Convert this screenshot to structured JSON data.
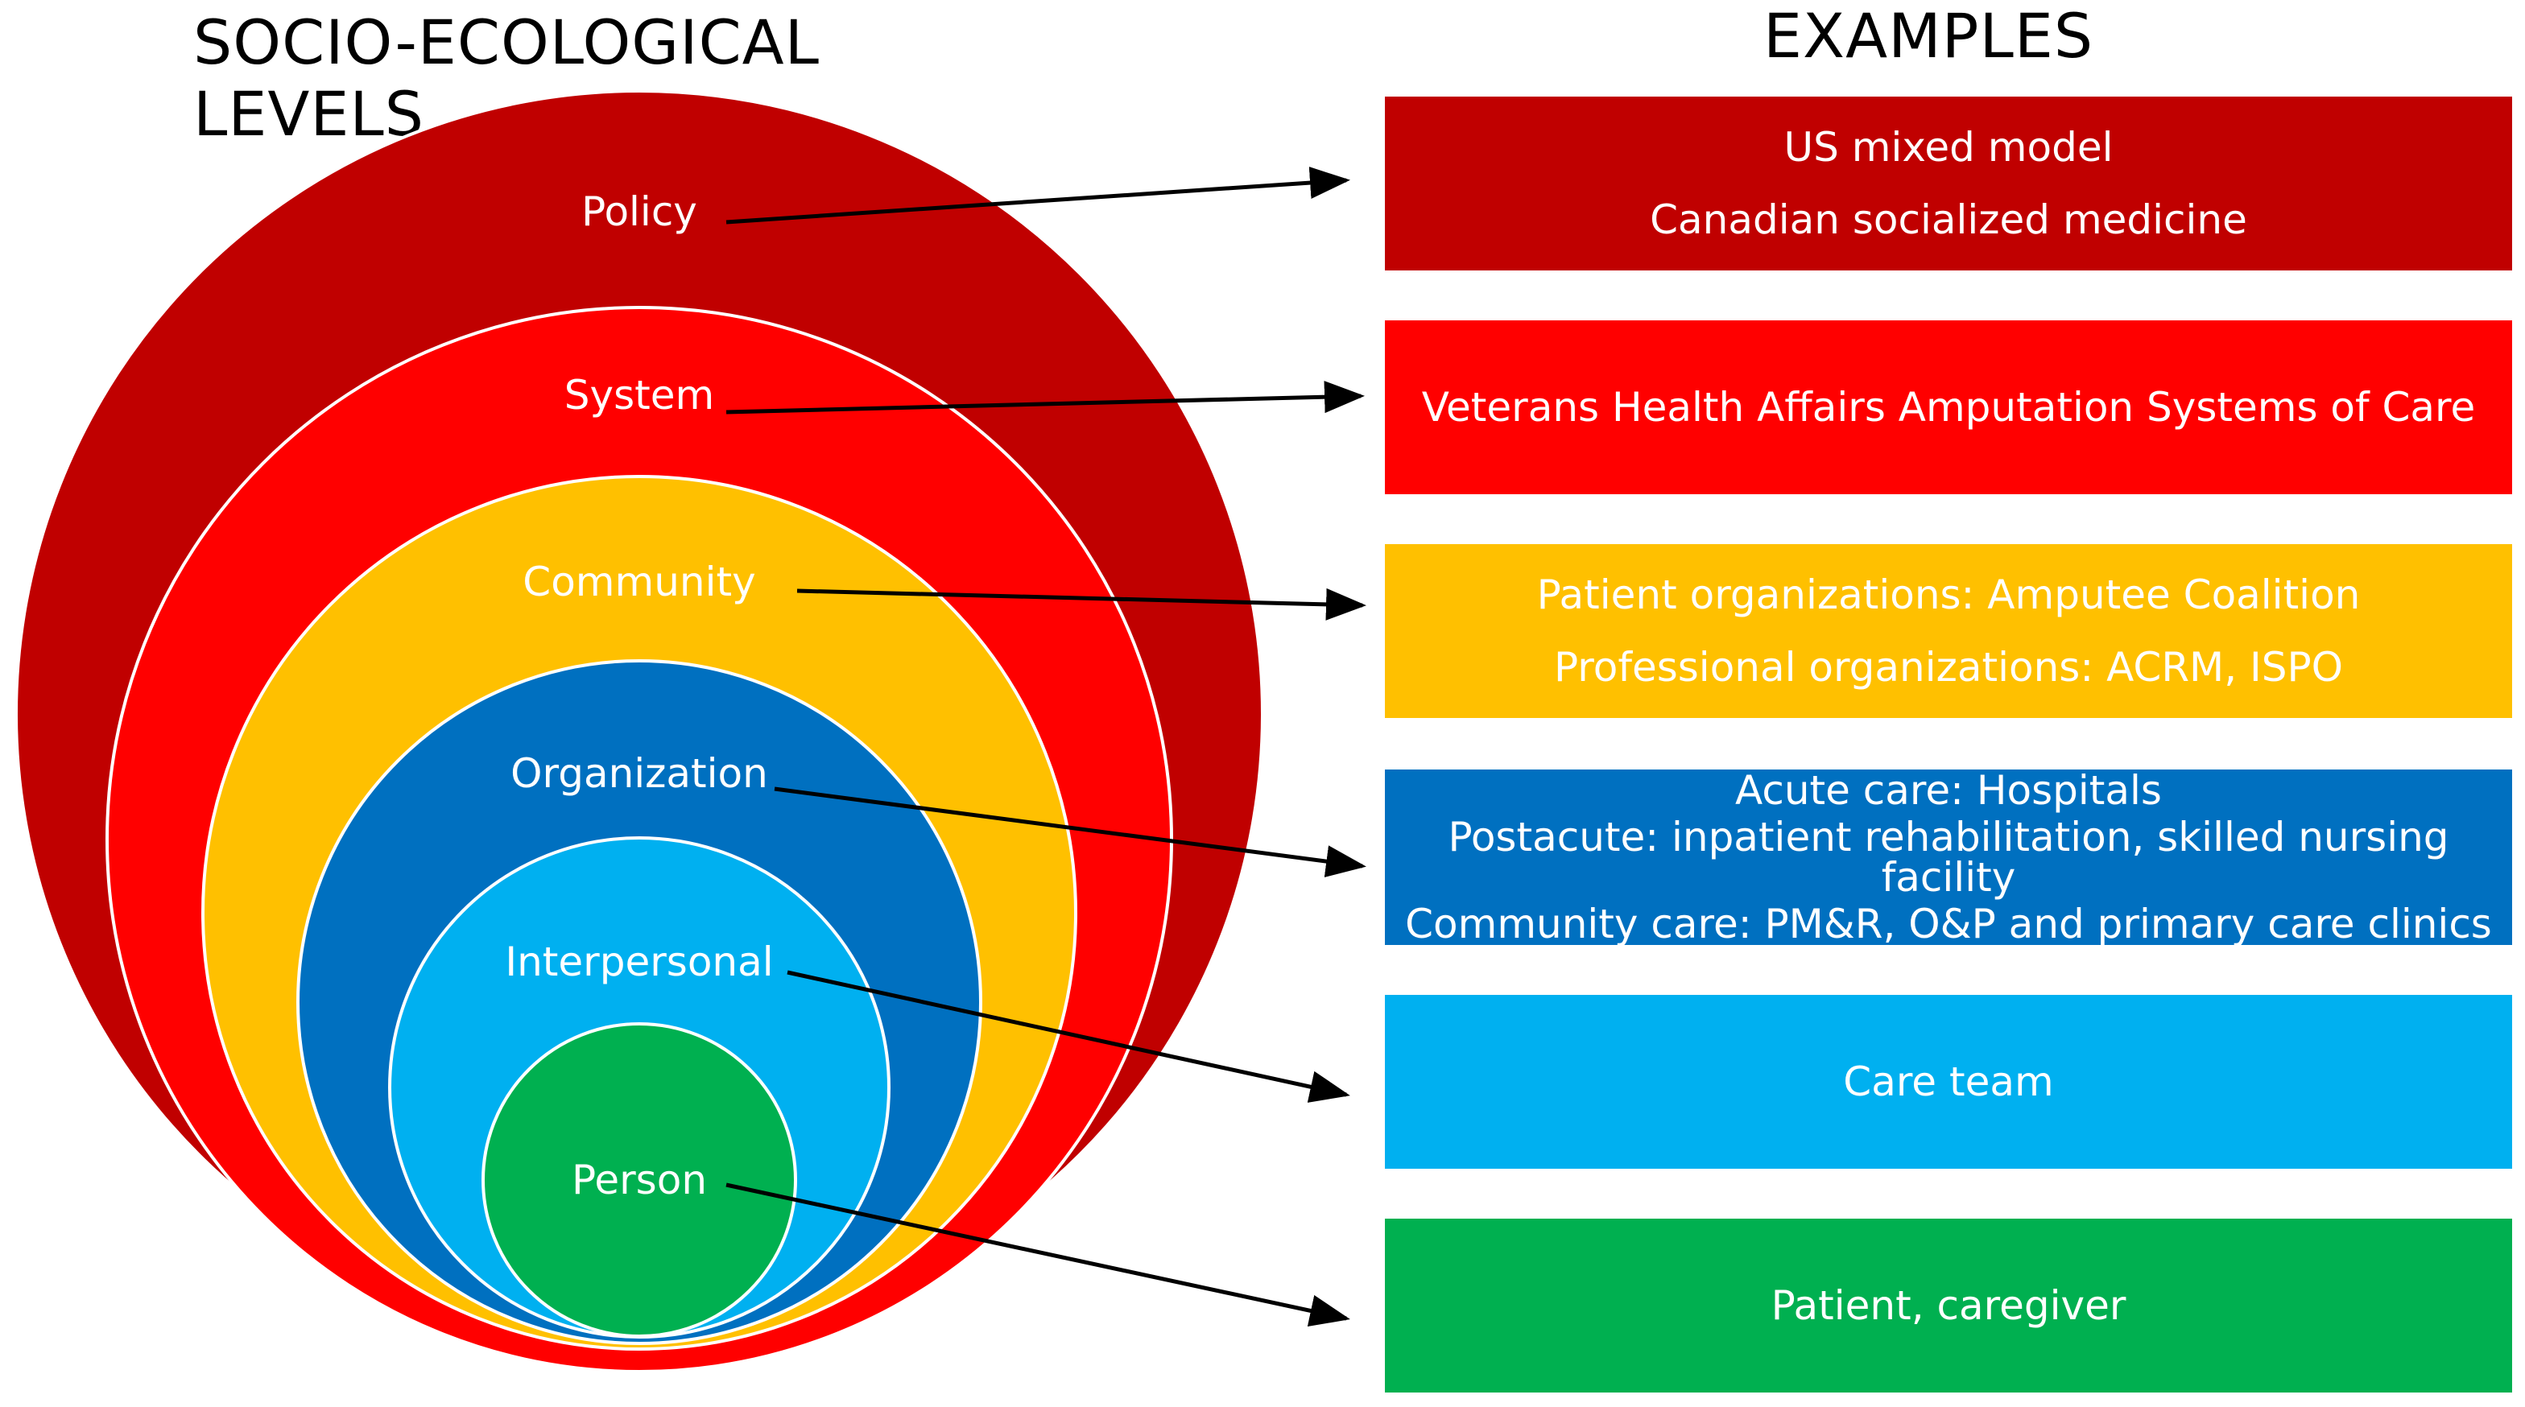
{
  "titles": {
    "levels": "SOCIO-ECOLOGICAL LEVELS",
    "examples": "EXAMPLES"
  },
  "levels": [
    {
      "label": "Policy",
      "color": "#C00000"
    },
    {
      "label": "System",
      "color": "#FF0000"
    },
    {
      "label": "Community",
      "color": "#FFC000"
    },
    {
      "label": "Organization",
      "color": "#0070C0"
    },
    {
      "label": "Interpersonal",
      "color": "#00B0F0"
    },
    {
      "label": "Person",
      "color": "#00B050"
    }
  ],
  "examples": [
    {
      "lines": [
        "US mixed model",
        "Canadian socialized medicine"
      ],
      "color": "#C00000"
    },
    {
      "lines": [
        "Veterans Health Affairs Amputation Systems of Care"
      ],
      "color": "#FF0000"
    },
    {
      "lines": [
        "Patient organizations: Amputee Coalition",
        "Professional organizations: ACRM, ISPO"
      ],
      "color": "#FFC000"
    },
    {
      "lines": [
        "Acute care: Hospitals",
        "Postacute: inpatient rehabilitation, skilled nursing facility",
        "Community care: PM&R, O&P and primary care clinics"
      ],
      "color": "#0070C0"
    },
    {
      "lines": [
        "Care team"
      ],
      "color": "#00B0F0"
    },
    {
      "lines": [
        "Patient, caregiver"
      ],
      "color": "#00B050"
    }
  ]
}
